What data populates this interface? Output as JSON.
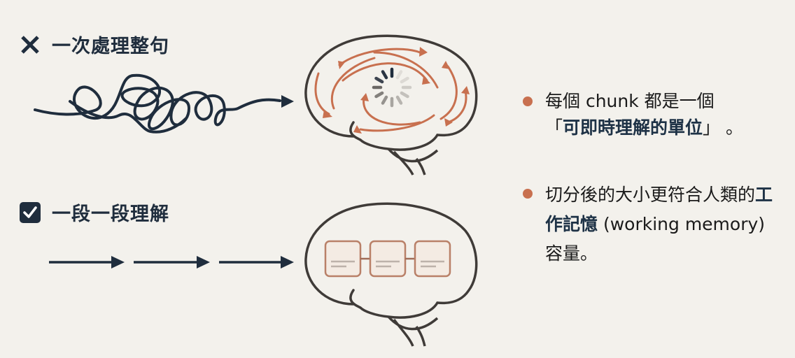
{
  "colors": {
    "background": "#f3f1ec",
    "navy": "#1f2d3d",
    "accent": "#c8704f",
    "brain_outline": "#3f3b38",
    "chunk_border": "#b98068"
  },
  "section_bad": {
    "icon": "x-icon",
    "title": "一次處理整句",
    "illustration": "tangled-line-arrow",
    "brain": "brain-with-chaotic-arrows-and-loading-spinner"
  },
  "section_good": {
    "icon": "checkbox-checked-icon",
    "title": "一段一段理解",
    "arrows_count": 3,
    "brain": "brain-with-three-linked-chunks",
    "chunks_count": 3
  },
  "bullets": [
    {
      "icon": "bullet-dot",
      "prefix": "每個 chunk 都是一個",
      "open_quote": "「",
      "highlight": "可即時理解的單位",
      "close_quote": "」",
      "suffix": "。"
    },
    {
      "icon": "bullet-dot",
      "prefix": "切分後的大小更符合人類的",
      "highlight": "工作記憶",
      "suffix": " (working memory) 容量。"
    }
  ]
}
